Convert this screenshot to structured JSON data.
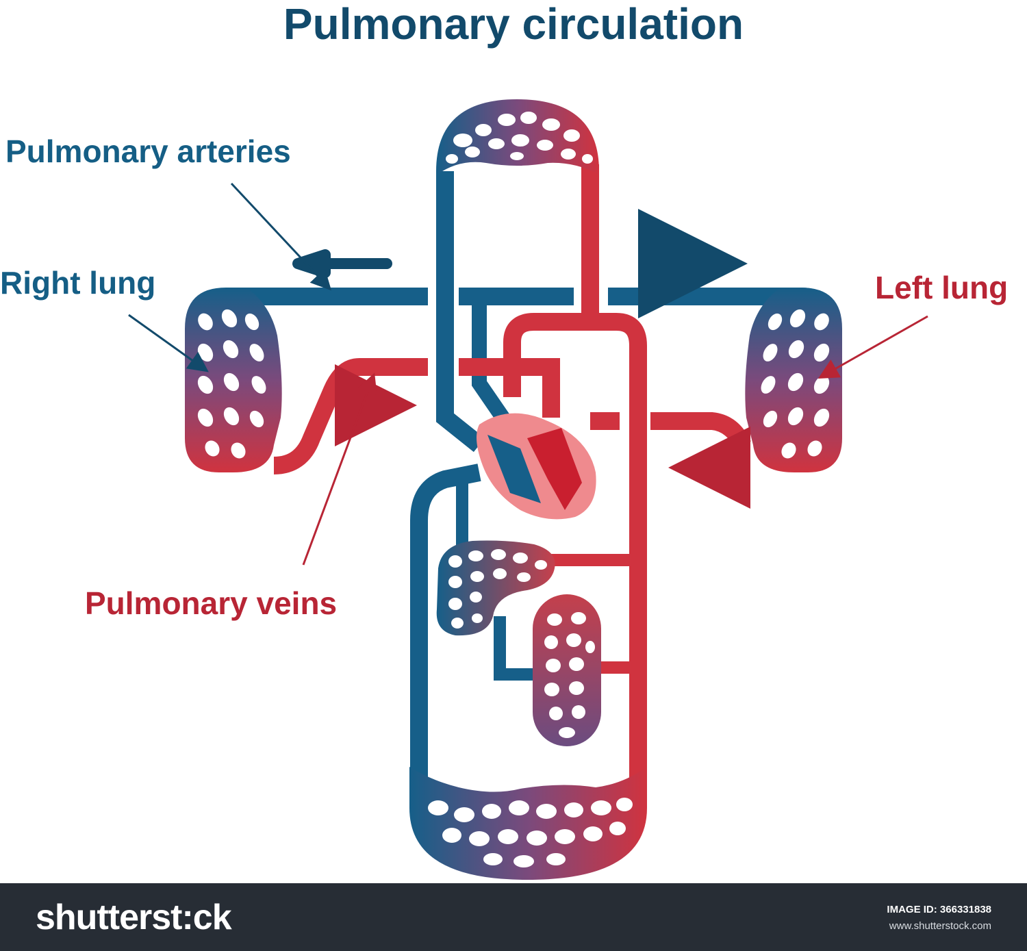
{
  "title": "Pulmonary circulation",
  "labels": {
    "pulmonary_arteries": "Pulmonary arteries",
    "right_lung": "Right lung",
    "left_lung": "Left lung",
    "pulmonary_veins": "Pulmonary veins"
  },
  "colors": {
    "title": "#124a6b",
    "deoxygenated": "#165f89",
    "oxygenated": "#d0333f",
    "capillary_mid": "#7b4a7c",
    "heart": "#ef8a8e",
    "footer_bg": "#272d35"
  },
  "footer": {
    "brand": "shutterst:ck",
    "image_id": "IMAGE ID: 366331838",
    "site": "www.shutterstock.com"
  }
}
